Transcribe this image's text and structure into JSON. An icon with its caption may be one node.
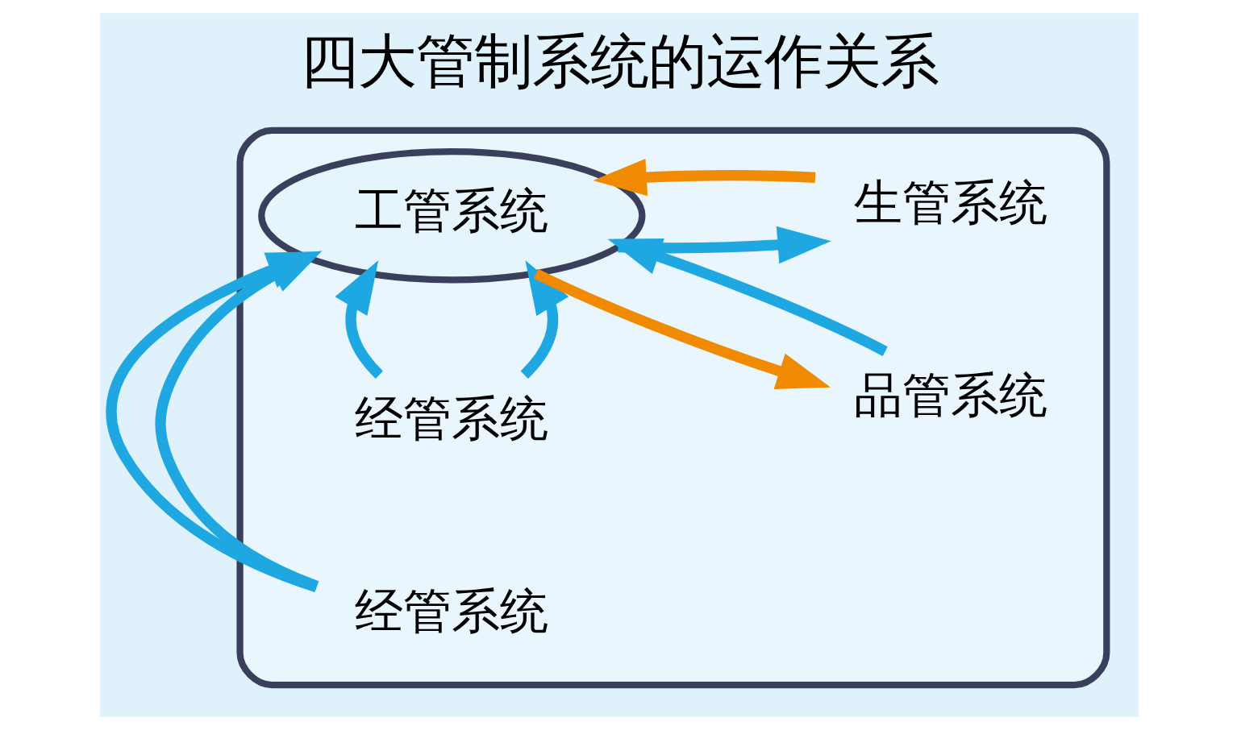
{
  "diagram": {
    "title": "四大管制系统的运作关系",
    "nodes": [
      {
        "text": [],
        "shape": "ellipse"
      },
      {
        "text": [
          "经管系统"
        ],
        "in": 0
      },
      {
        "text": [
          "品管系统"
        ],
        "in": 0
      },
      {
        "text": [
          "工管系统"
        ],
        "in": 0
      },
      {
        "text": [
          "生管系统"
        ],
        "in": 0
      },
      {
        "text": [
          "经管系统"
        ],
        "in": 0
      }
    ],
    "edges": [
      {
        "from": 1,
        "to": 3,
        "arrow": "to"
      },
      {
        "from": 1,
        "to": 3,
        "arrow": "to"
      },
      {
        "from": 2,
        "to": 3,
        "arrow": "to"
      },
      {
        "from": 3,
        "to": 2,
        "arrow": "to",
        "color": "#f08a00"
      },
      {
        "from": 3,
        "to": 4,
        "arrow": "to"
      },
      {
        "from": 4,
        "to": 3,
        "arrow": "to",
        "color": "#f08a00"
      },
      {
        "from": 5,
        "to": 3,
        "arrow": "to"
      },
      {
        "from": 5,
        "to": 3,
        "arrow": "to"
      }
    ]
  }
}
